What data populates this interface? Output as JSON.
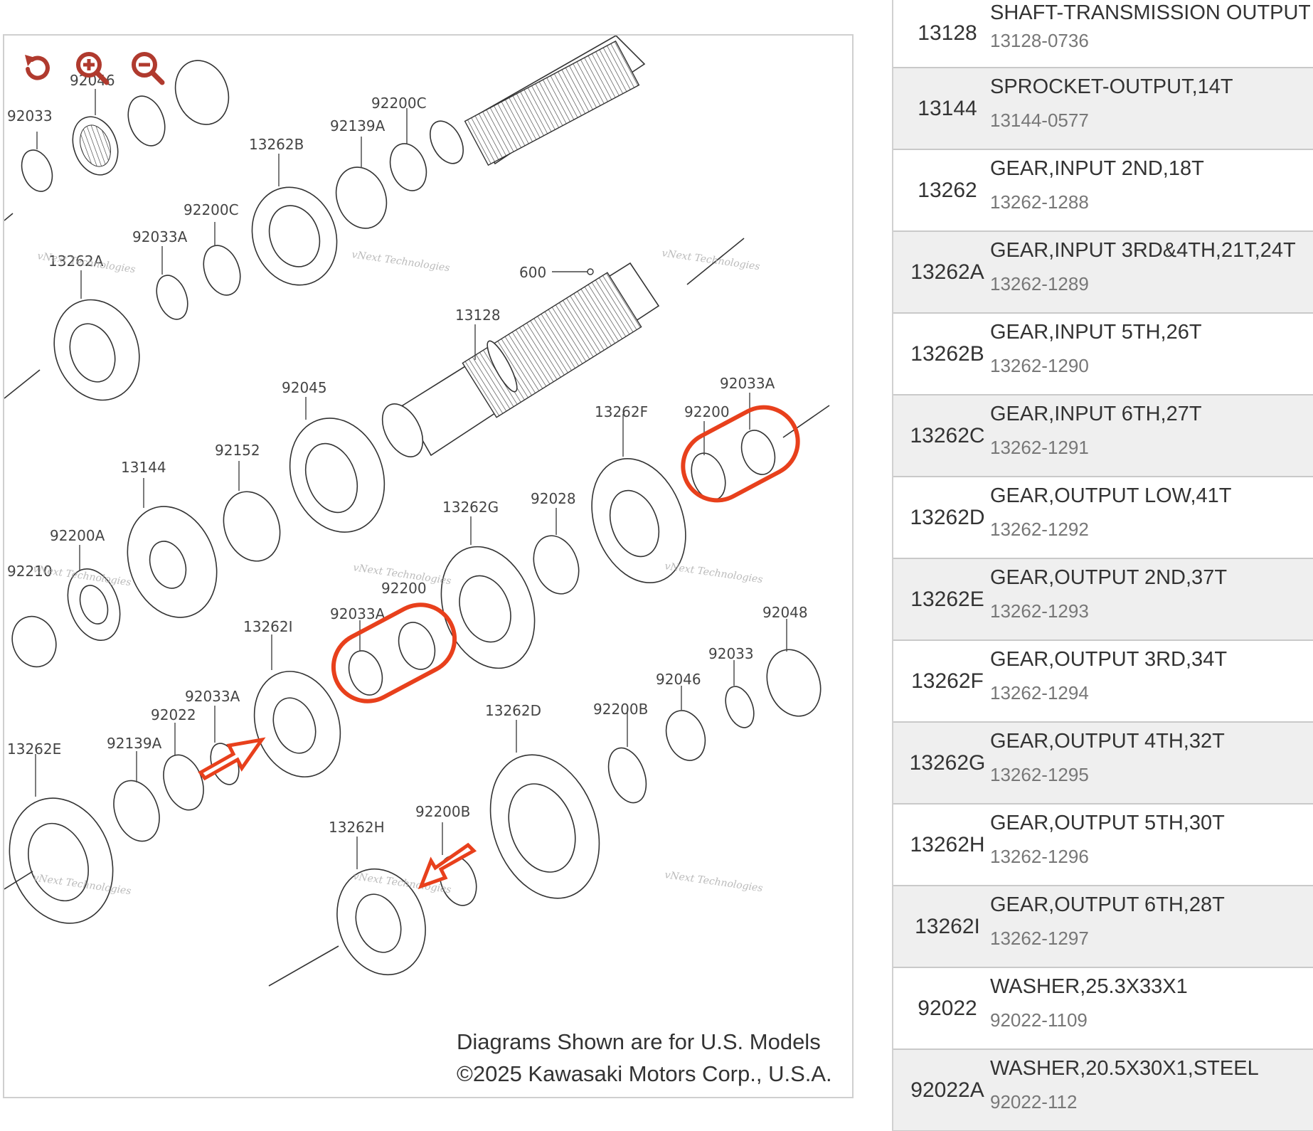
{
  "controls": {
    "reset_icon": "rotate-ccw-icon",
    "zoom_in_icon": "zoom-in-icon",
    "zoom_out_icon": "zoom-out-icon",
    "accent_color": "#b03a2e"
  },
  "diagram": {
    "callouts": [
      "92046",
      "92200C",
      "92139A",
      "13262B",
      "92200C",
      "92033A",
      "13262A",
      "600",
      "13128",
      "92045",
      "92033A",
      "92200",
      "13262F",
      "13144",
      "92152",
      "92200A",
      "92210",
      "13262G",
      "92028",
      "92200",
      "92033A",
      "13262I",
      "92048",
      "92033",
      "92046",
      "92033A",
      "92022",
      "92139A",
      "13262E",
      "13262D",
      "92200B",
      "92200B",
      "13262H",
      "92033"
    ],
    "watermark": "vNext Technologies",
    "highlight_color": "#e8401c",
    "disclaimer_line1": "Diagrams Shown are for U.S. Models",
    "disclaimer_line2": "©2025 Kawasaki Motors Corp., U.S.A."
  },
  "parts": [
    {
      "ref": "13128",
      "desc": "SHAFT-TRANSMISSION OUTPUT",
      "pn": "13128-0736"
    },
    {
      "ref": "13144",
      "desc": "SPROCKET-OUTPUT,14T",
      "pn": "13144-0577"
    },
    {
      "ref": "13262",
      "desc": "GEAR,INPUT 2ND,18T",
      "pn": "13262-1288"
    },
    {
      "ref": "13262A",
      "desc": "GEAR,INPUT 3RD&4TH,21T,24T",
      "pn": "13262-1289"
    },
    {
      "ref": "13262B",
      "desc": "GEAR,INPUT 5TH,26T",
      "pn": "13262-1290"
    },
    {
      "ref": "13262C",
      "desc": "GEAR,INPUT 6TH,27T",
      "pn": "13262-1291"
    },
    {
      "ref": "13262D",
      "desc": "GEAR,OUTPUT LOW,41T",
      "pn": "13262-1292"
    },
    {
      "ref": "13262E",
      "desc": "GEAR,OUTPUT 2ND,37T",
      "pn": "13262-1293"
    },
    {
      "ref": "13262F",
      "desc": "GEAR,OUTPUT 3RD,34T",
      "pn": "13262-1294"
    },
    {
      "ref": "13262G",
      "desc": "GEAR,OUTPUT 4TH,32T",
      "pn": "13262-1295"
    },
    {
      "ref": "13262H",
      "desc": "GEAR,OUTPUT 5TH,30T",
      "pn": "13262-1296"
    },
    {
      "ref": "13262I",
      "desc": "GEAR,OUTPUT 6TH,28T",
      "pn": "13262-1297"
    },
    {
      "ref": "92022",
      "desc": "WASHER,25.3X33X1",
      "pn": "92022-1109"
    },
    {
      "ref": "92022A",
      "desc": "WASHER,20.5X30X1,STEEL",
      "pn": "92022-112"
    }
  ]
}
